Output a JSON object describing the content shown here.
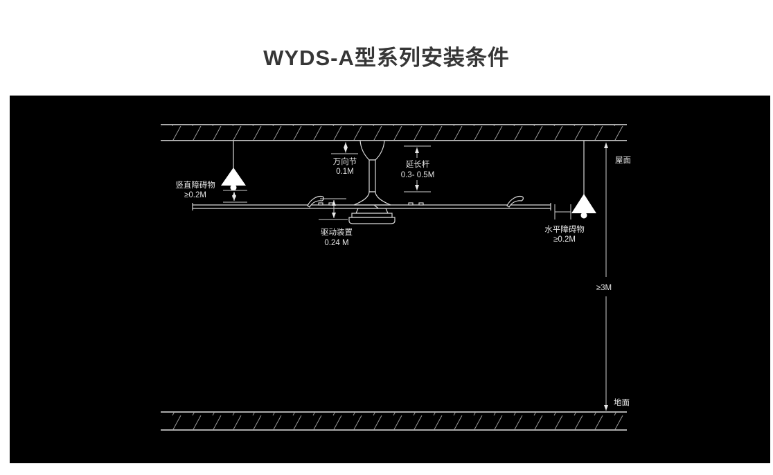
{
  "title": "WYDS-A型系列安装条件",
  "diagram": {
    "roof_label": "屋面",
    "ground_label": "地面",
    "height_clearance": "≥3M",
    "universal_joint": {
      "name": "万向节",
      "value": "0.1M"
    },
    "extension_rod": {
      "name": "延长杆",
      "value": "0.3- 0.5M"
    },
    "vertical_obstacle": {
      "name": "竖直障碍物",
      "value": "≥0.2M"
    },
    "drive_unit": {
      "name": "驱动装置",
      "value": "0.24 M"
    },
    "horizontal_obstacle": {
      "name": "水平障碍物",
      "value": "≥0.2M"
    },
    "colors": {
      "panel_bg": "#000000",
      "line": "#d9d9d9",
      "text": "#e4e4e4",
      "title": "#363636"
    }
  }
}
